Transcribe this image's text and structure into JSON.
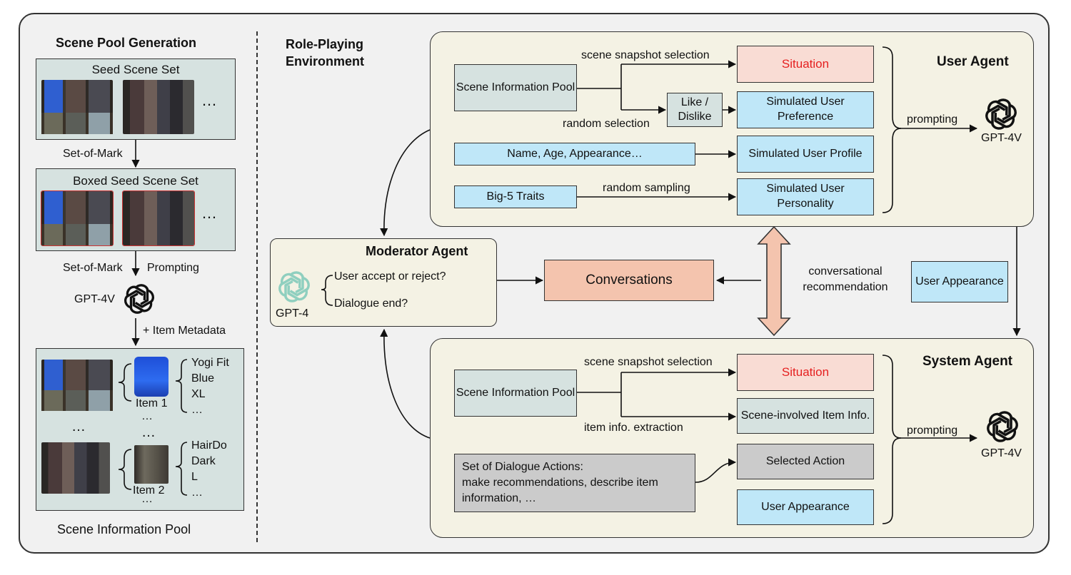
{
  "left": {
    "title": "Scene Pool Generation",
    "seed_title": "Seed Scene Set",
    "boxed_title": "Boxed Seed Scene Set",
    "ellipsis": "…",
    "som_label": "Set-of-Mark",
    "som_label2": "Set-of-Mark",
    "prompting_label": "Prompting",
    "gpt_label": "GPT-4V",
    "metadata_label": "+ Item Metadata",
    "pool_title": "Scene Information Pool",
    "item1": {
      "label": "Item 1",
      "attrs": [
        "Yogi Fit",
        "Blue",
        "XL",
        "…"
      ]
    },
    "item2": {
      "label": "Item 2",
      "attrs": [
        "HairDo",
        "Dark",
        "L",
        "…"
      ]
    },
    "vdots": "…"
  },
  "env": {
    "title_line1": "Role-Playing",
    "title_line2": "Environment"
  },
  "user_agent": {
    "title": "User Agent",
    "scene_pool": "Scene Information Pool",
    "snapshot_label": "scene snapshot selection",
    "random_label": "random selection",
    "like_dislike": "Like / Dislike",
    "situation": "Situation",
    "preference": "Simulated User Preference",
    "name_box": "Name, Age, Appearance…",
    "profile": "Simulated User Profile",
    "big5": "Big-5 Traits",
    "sampling_label": "random sampling",
    "personality": "Simulated User Personality",
    "prompting": "prompting",
    "gpt": "GPT-4V"
  },
  "moderator": {
    "title": "Moderator Agent",
    "q1": "User accept or reject?",
    "q2": "Dialogue end?",
    "gpt": "GPT-4"
  },
  "center": {
    "conversations": "Conversations",
    "conv_rec_line1": "conversational",
    "conv_rec_line2": "recommendation",
    "user_appearance": "User Appearance"
  },
  "system_agent": {
    "title": "System Agent",
    "scene_pool": "Scene Information Pool",
    "snapshot_label": "scene snapshot selection",
    "extraction_label": "item info. extraction",
    "situation": "Situation",
    "item_info": "Scene-involved Item Info.",
    "actions_line1": "Set of Dialogue Actions:",
    "actions_line2": "make recommendations, describe item",
    "actions_line3": "information, …",
    "selected_action": "Selected Action",
    "user_appearance": "User Appearance",
    "prompting": "prompting",
    "gpt": "GPT-4V"
  },
  "colors": {
    "grey_box": "#d6e2e0",
    "blue_box": "#bfe7f8",
    "situation_box": "#f9dcd4",
    "situation_text": "#e52020",
    "conversations_box": "#f4c4ae",
    "panel": "#f4f2e4",
    "frame": "#f1f1f1"
  },
  "icons": {
    "gpt": "openai-logo-icon"
  }
}
